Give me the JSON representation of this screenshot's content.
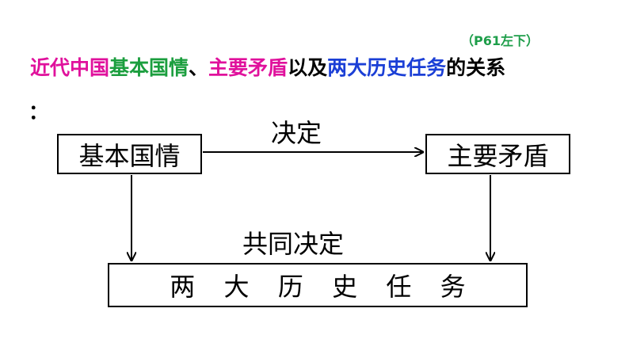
{
  "reference": "（P61左下）",
  "title_segments": [
    {
      "text": "近代中国",
      "color": "#e0119c"
    },
    {
      "text": "基本国情",
      "color": "#1b9e3e"
    },
    {
      "text": "、",
      "color": "#000000"
    },
    {
      "text": "主要矛盾",
      "color": "#e0119c"
    },
    {
      "text": "以及",
      "color": "#000000"
    },
    {
      "text": "两大历史任务",
      "color": "#1b3fd6"
    },
    {
      "text": "的关系",
      "color": "#000000"
    }
  ],
  "title_colon": "：",
  "nodes": {
    "basic": "基本国情",
    "main": "主要矛盾",
    "tasks": [
      "两",
      "大",
      "历",
      "史",
      "任",
      "务"
    ]
  },
  "edge_labels": {
    "decide": "决定",
    "co_decide": "共同决定"
  }
}
